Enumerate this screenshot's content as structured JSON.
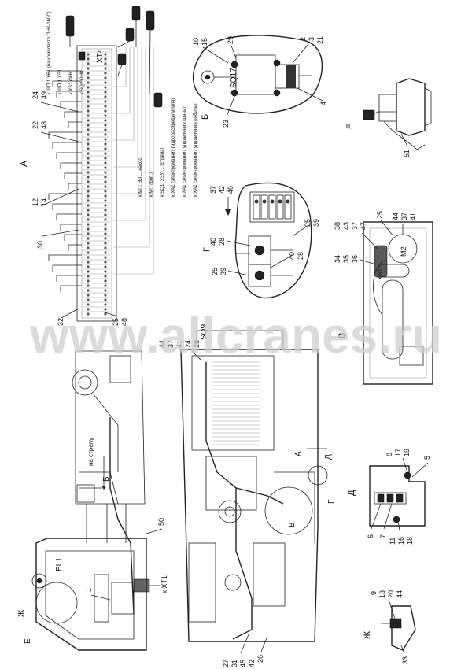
{
  "views": {
    "A": "А",
    "B": "Б",
    "V": "В",
    "G": "Г",
    "D": "Д",
    "E": "Е",
    "ZH": "Ж",
    "A_cut": "А"
  },
  "components": {
    "XT4": "XT4",
    "SQ17": "SQ17",
    "SQ9": "SQ9",
    "XS1": "XS1",
    "M2": "M2",
    "EL1": "EL1",
    "XT1": "к XT1",
    "na_strelu": "на стрелу"
  },
  "labels_xt4": [
    "к ЩП.1 XS1 (на комплекте ОНК-160С)",
    "к ЩП.1 XS1",
    "к XS1 ОНК",
    "к SQ2 ОНК",
    "к МП: ЭЛ ... насос",
    "к МП (доп.)",
    "к SQ1: 3ЭУ ... (стрела)",
    "к XA1 (электромагнит гидрораспределителя)",
    "к XA1 (электромагнит управления крана)",
    "к XA1 (электромагнит управления работы)"
  ],
  "tags": {
    "t24_49": [
      "24",
      "49"
    ],
    "t22_48": [
      "22",
      "48"
    ],
    "t12_14": [
      "12",
      "14"
    ],
    "t30": [
      "30"
    ],
    "t32": [
      "32"
    ],
    "t25_48": [
      "25",
      "48"
    ],
    "t10_15": [
      "10",
      "15"
    ],
    "t29": [
      "29"
    ],
    "t2_3_21": [
      "2",
      "3",
      "21"
    ],
    "t23": [
      "23"
    ],
    "t4": [
      "4"
    ],
    "t51": [
      "51"
    ],
    "t37_42_46": [
      "37",
      "42",
      "46"
    ],
    "t40_28a": [
      "40",
      "28"
    ],
    "t25_39a": [
      "25",
      "39"
    ],
    "t40_28b": [
      "40",
      "28"
    ],
    "t25_39b": [
      "25",
      "39"
    ],
    "t38_43_37_47": [
      "38",
      "43",
      "37",
      "47"
    ],
    "t25": [
      "25"
    ],
    "t44_37_41": [
      "44",
      "37",
      "41"
    ],
    "t34_35_36": [
      "34",
      "35",
      "36"
    ],
    "t44_37_41_24_28": [
      "44",
      "37",
      "41",
      "24",
      "28"
    ],
    "t8_17_19": [
      "8",
      "17",
      "19"
    ],
    "t5": [
      "5"
    ],
    "t6": [
      "6"
    ],
    "t7": [
      "7"
    ],
    "t11_16_18": [
      "11",
      "16",
      "18"
    ],
    "t9_13_20_44": [
      "9",
      "13",
      "20",
      "44"
    ],
    "t33": [
      "33"
    ],
    "t1": [
      "1"
    ],
    "t50": [
      "50"
    ],
    "t27_31_45_42": [
      "27",
      "31",
      "45",
      "42"
    ],
    "t26": [
      "26"
    ]
  },
  "watermark": "www.allcranes.ru"
}
